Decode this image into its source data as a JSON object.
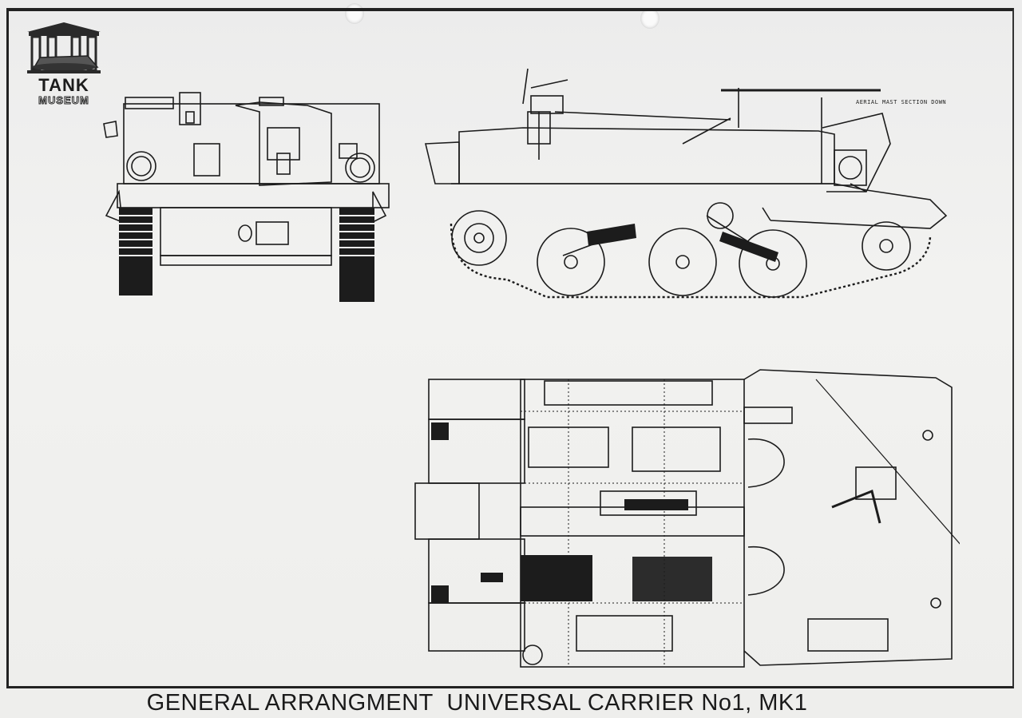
{
  "logo": {
    "line1": "TANK",
    "line2": "MUSEUM"
  },
  "annotation": {
    "aerial": "AERIAL MAST SECTION DOWN"
  },
  "title": "GENERAL ARRANGMENT  UNIVERSAL CARRIER No1, MK1",
  "colors": {
    "ink": "#1c1c1c",
    "paper": "#efefed",
    "border": "#222222"
  }
}
